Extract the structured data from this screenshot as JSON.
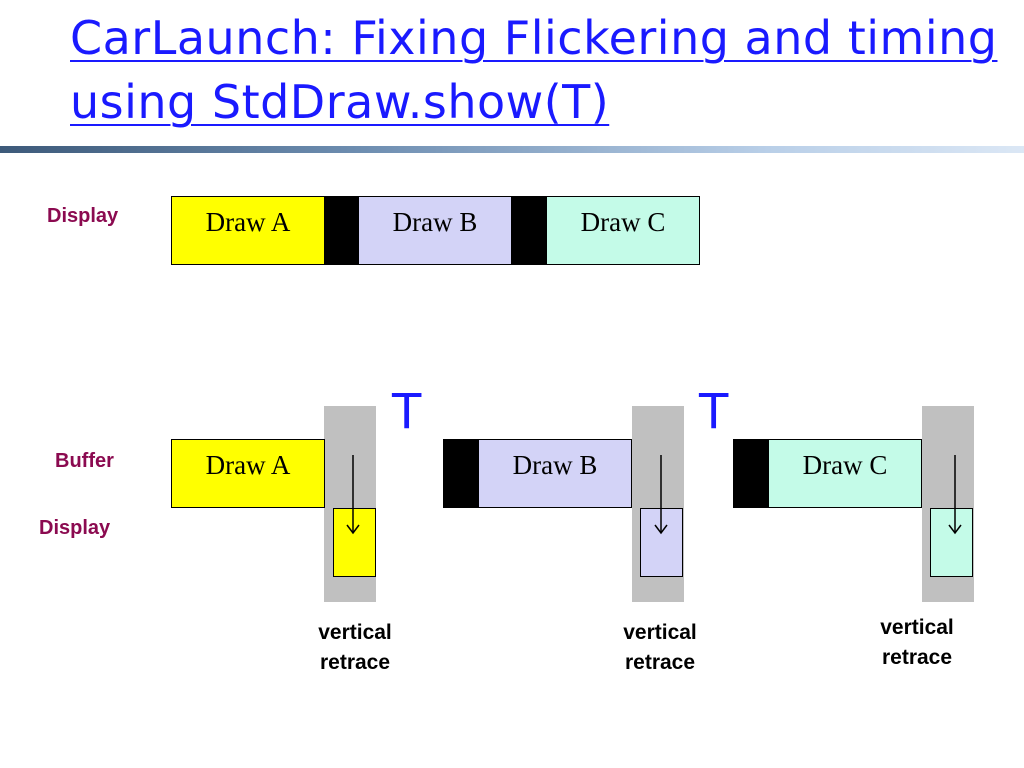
{
  "title": "CarLaunch: Fixing Flickering and timing using StdDraw.show(T)",
  "colors": {
    "title": "#1a1aff",
    "side_label": "#8b0a50",
    "draw_a": "#ffff00",
    "draw_b": "#d3d3f7",
    "draw_c": "#c4fbe8",
    "gap": "#000000",
    "retrace_strip": "#c0c0c0"
  },
  "top_row": {
    "label": "Display",
    "boxes": [
      "Draw A",
      "Draw B",
      "Draw C"
    ]
  },
  "bottom_row": {
    "buffer_label": "Buffer",
    "display_label": "Display",
    "boxes": [
      "Draw A",
      "Draw B",
      "Draw C"
    ],
    "t_markers": [
      "T",
      "T"
    ],
    "retrace_labels": [
      {
        "line1": "vertical",
        "line2": "retrace"
      },
      {
        "line1": "vertical",
        "line2": "retrace"
      },
      {
        "line1": "vertical",
        "line2": "retrace"
      }
    ]
  }
}
